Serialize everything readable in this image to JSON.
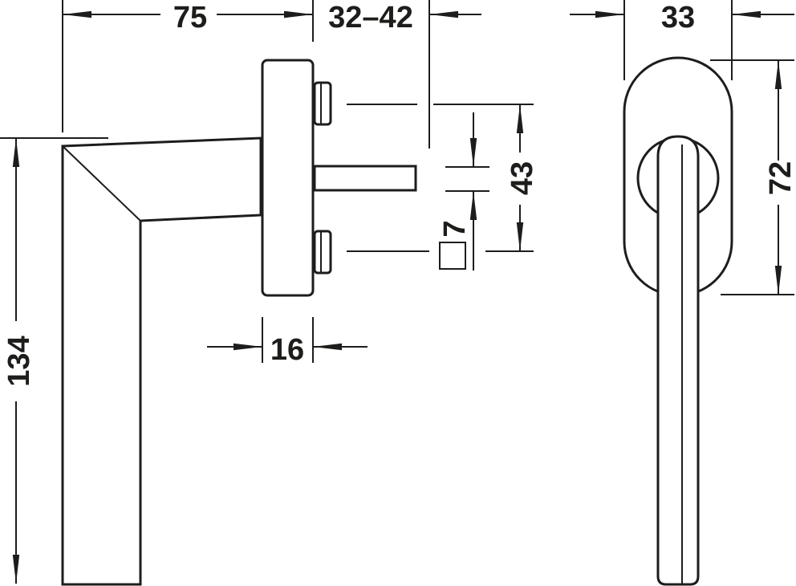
{
  "title": "Window handle dimension drawing",
  "dimensions": {
    "handle_length": "75",
    "spindle_range": "32–42",
    "rose_width": "33",
    "rose_height": "72",
    "handle_height": "134",
    "screw_spacing": "43",
    "spindle_square": "7",
    "rose_depth": "16"
  },
  "colors": {
    "line": "#1d1d1b",
    "background": "#ffffff"
  }
}
